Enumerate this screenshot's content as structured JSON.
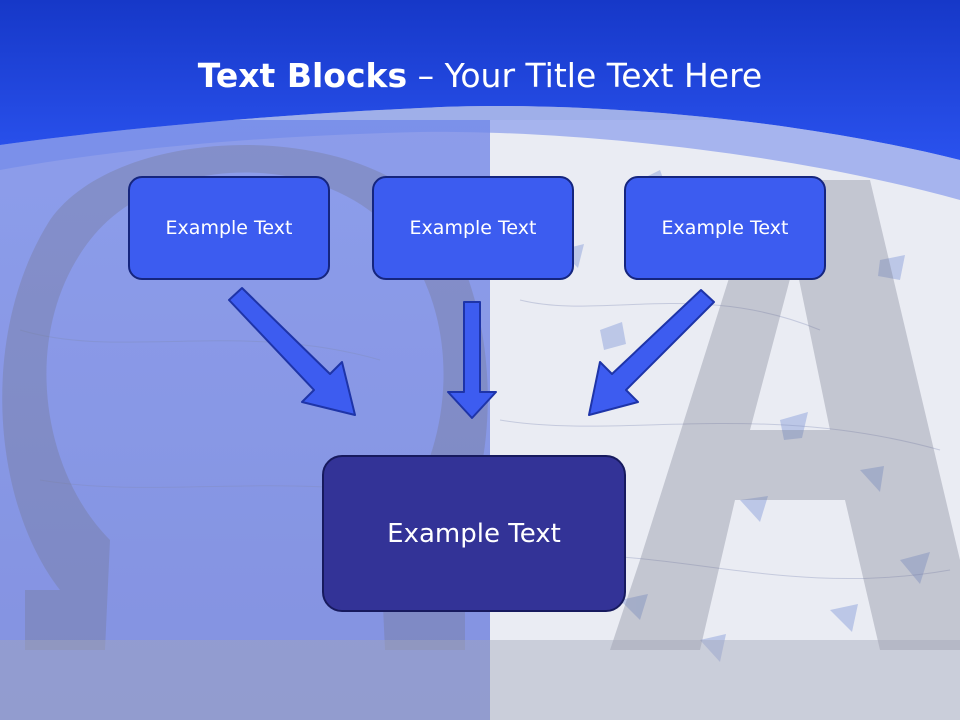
{
  "title": {
    "bold": "Text Blocks",
    "rest": " – Your Title Text Here"
  },
  "boxes": {
    "left": "Example Text",
    "center": "Example Text",
    "right": "Example Text",
    "bottom": "Example Text"
  },
  "colors": {
    "header_blue": "#1f45e0",
    "box_fill": "#3c5cf0",
    "box_border": "#15257e",
    "bottom_box_fill": "#333397",
    "arrow_fill": "#3d5cf0",
    "arrow_stroke": "#1e34a8"
  }
}
